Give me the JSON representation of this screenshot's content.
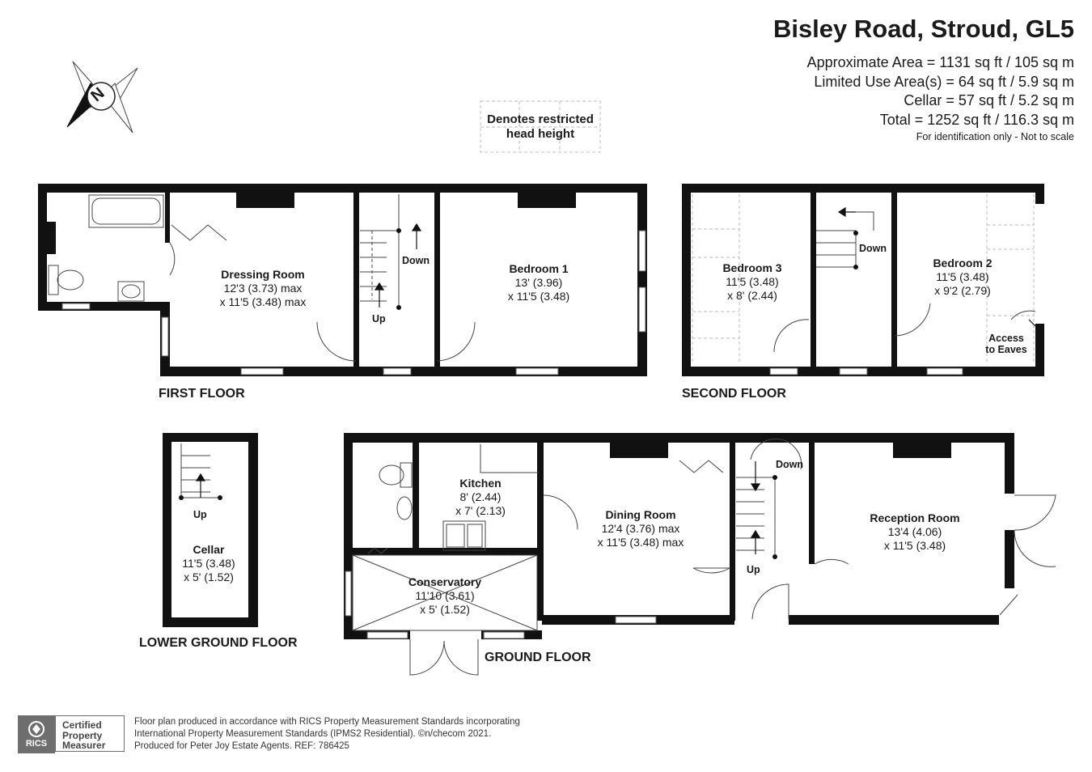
{
  "header": {
    "title": "Bisley Road, Stroud, GL5",
    "areas": [
      "Approximate Area = 1131 sq ft / 105 sq m",
      "Limited Use Area(s) = 64 sq ft / 5.9 sq m",
      "Cellar = 57 sq ft / 5.2 sq m",
      "Total = 1252 sq ft / 116.3 sq m"
    ],
    "scale_note": "For identification only - Not to scale"
  },
  "compass": {
    "letter": "N"
  },
  "legend": {
    "line1": "Denotes restricted",
    "line2": "head height"
  },
  "floors": {
    "first": "FIRST FLOOR",
    "second": "SECOND FLOOR",
    "lower_ground": "LOWER GROUND FLOOR",
    "ground": "GROUND FLOOR"
  },
  "rooms": {
    "dressing_room": {
      "name": "Dressing Room",
      "dim1": "12'3 (3.73) max",
      "dim2": "x 11'5 (3.48) max"
    },
    "bedroom1": {
      "name": "Bedroom 1",
      "dim1": "13' (3.96)",
      "dim2": "x 11'5 (3.48)"
    },
    "bedroom3": {
      "name": "Bedroom 3",
      "dim1": "11'5 (3.48)",
      "dim2": "x 8' (2.44)"
    },
    "bedroom2": {
      "name": "Bedroom 2",
      "dim1": "11'5 (3.48)",
      "dim2": "x 9'2 (2.79)"
    },
    "cellar": {
      "name": "Cellar",
      "dim1": "11'5 (3.48)",
      "dim2": "x 5' (1.52)"
    },
    "kitchen": {
      "name": "Kitchen",
      "dim1": "8' (2.44)",
      "dim2": "x 7' (2.13)"
    },
    "dining_room": {
      "name": "Dining Room",
      "dim1": "12'4 (3.76) max",
      "dim2": "x 11'5 (3.48) max"
    },
    "reception_room": {
      "name": "Reception Room",
      "dim1": "13'4 (4.06)",
      "dim2": "x 11'5 (3.48)"
    },
    "conservatory": {
      "name": "Conservatory",
      "dim1": "11'10 (3.61)",
      "dim2": "x 5' (1.52)"
    }
  },
  "stair_labels": {
    "first_up": "Up",
    "first_down": "Down",
    "second_down": "Down",
    "cellar_up": "Up",
    "ground_up": "Up",
    "ground_down": "Down",
    "eaves1": "Access",
    "eaves2": "to Eaves"
  },
  "footer": {
    "line1": "Floor plan produced in accordance with RICS Property Measurement Standards incorporating",
    "line2": "International Property Measurement Standards (IPMS2 Residential).  ©n/checom 2021.",
    "line3": "Produced for Peter Joy Estate Agents.   REF:  786425"
  },
  "rics": {
    "badge": "RICS",
    "cert": "Certified\nProperty\nMeasurer"
  }
}
